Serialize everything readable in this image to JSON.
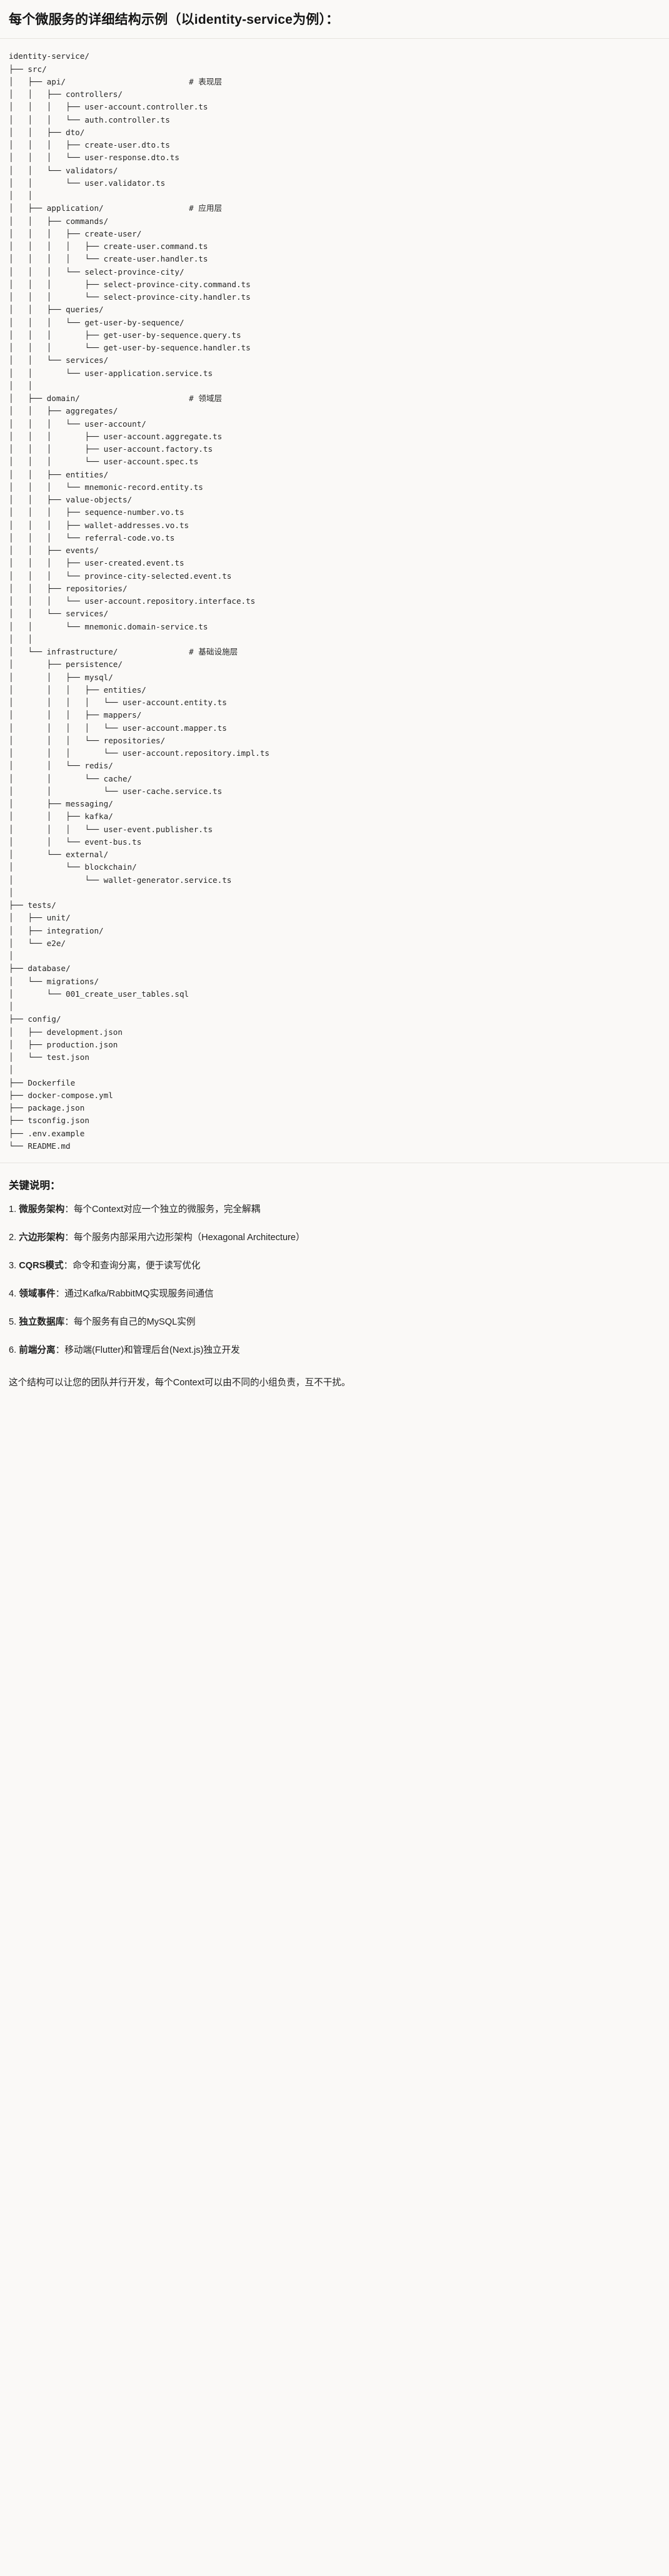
{
  "document": {
    "title": "每个微服务的详细结构示例（以identity-service为例）：",
    "tree_root": "identity-service/",
    "tree_text": "identity-service/\n├── src/\n│   ├── api/                          # 表现层\n│   │   ├── controllers/\n│   │   │   ├── user-account.controller.ts\n│   │   │   └── auth.controller.ts\n│   │   ├── dto/\n│   │   │   ├── create-user.dto.ts\n│   │   │   └── user-response.dto.ts\n│   │   └── validators/\n│   │       └── user.validator.ts\n│   │\n│   ├── application/                  # 应用层\n│   │   ├── commands/\n│   │   │   ├── create-user/\n│   │   │   │   ├── create-user.command.ts\n│   │   │   │   └── create-user.handler.ts\n│   │   │   └── select-province-city/\n│   │   │       ├── select-province-city.command.ts\n│   │   │       └── select-province-city.handler.ts\n│   │   ├── queries/\n│   │   │   └── get-user-by-sequence/\n│   │   │       ├── get-user-by-sequence.query.ts\n│   │   │       └── get-user-by-sequence.handler.ts\n│   │   └── services/\n│   │       └── user-application.service.ts\n│   │\n│   ├── domain/                       # 领域层\n│   │   ├── aggregates/\n│   │   │   └── user-account/\n│   │   │       ├── user-account.aggregate.ts\n│   │   │       ├── user-account.factory.ts\n│   │   │       └── user-account.spec.ts\n│   │   ├── entities/\n│   │   │   └── mnemonic-record.entity.ts\n│   │   ├── value-objects/\n│   │   │   ├── sequence-number.vo.ts\n│   │   │   ├── wallet-addresses.vo.ts\n│   │   │   └── referral-code.vo.ts\n│   │   ├── events/\n│   │   │   ├── user-created.event.ts\n│   │   │   └── province-city-selected.event.ts\n│   │   ├── repositories/\n│   │   │   └── user-account.repository.interface.ts\n│   │   └── services/\n│   │       └── mnemonic.domain-service.ts\n│   │\n│   └── infrastructure/               # 基础设施层\n│       ├── persistence/\n│       │   ├── mysql/\n│       │   │   ├── entities/\n│       │   │   │   └── user-account.entity.ts\n│       │   │   ├── mappers/\n│       │   │   │   └── user-account.mapper.ts\n│       │   │   └── repositories/\n│       │   │       └── user-account.repository.impl.ts\n│       │   └── redis/\n│       │       └── cache/\n│       │           └── user-cache.service.ts\n│       ├── messaging/\n│       │   ├── kafka/\n│       │   │   └── user-event.publisher.ts\n│       │   └── event-bus.ts\n│       └── external/\n│           └── blockchain/\n│               └── wallet-generator.service.ts\n│\n├── tests/\n│   ├── unit/\n│   ├── integration/\n│   └── e2e/\n│\n├── database/\n│   └── migrations/\n│       └── 001_create_user_tables.sql\n│\n├── config/\n│   ├── development.json\n│   ├── production.json\n│   └── test.json\n│\n├── Dockerfile\n├── docker-compose.yml\n├── package.json\n├── tsconfig.json\n├── .env.example\n└── README.md"
  },
  "layer_comments": [
    {
      "path": "api/",
      "comment": "# 表现层"
    },
    {
      "path": "application/",
      "comment": "# 应用层"
    },
    {
      "path": "domain/",
      "comment": "# 领域层"
    },
    {
      "path": "infrastructure/",
      "comment": "# 基础设施层"
    }
  ],
  "notes": {
    "heading": "关键说明：",
    "items": [
      {
        "num": "1.",
        "term": "微服务架构",
        "sep": "：",
        "desc": "每个Context对应一个独立的微服务，完全解耦"
      },
      {
        "num": "2.",
        "term": "六边形架构",
        "sep": "：",
        "desc": "每个服务内部采用六边形架构（Hexagonal Architecture）"
      },
      {
        "num": "3.",
        "term": "CQRS模式",
        "sep": "：",
        "desc": "命令和查询分离，便于读写优化"
      },
      {
        "num": "4.",
        "term": "领域事件",
        "sep": "：",
        "desc": "通过Kafka/RabbitMQ实现服务间通信"
      },
      {
        "num": "5.",
        "term": "独立数据库",
        "sep": "：",
        "desc": "每个服务有自己的MySQL实例"
      },
      {
        "num": "6.",
        "term": "前端分离",
        "sep": "：",
        "desc": "移动端(Flutter)和管理后台(Next.js)独立开发"
      }
    ],
    "closing": "这个结构可以让您的团队并行开发，每个Context可以由不同的小组负责，互不干扰。"
  },
  "colors": {
    "background": "#faf9f7",
    "text": "#1a1a1a",
    "tree_text": "#262626",
    "divider": "#e6e4df"
  }
}
